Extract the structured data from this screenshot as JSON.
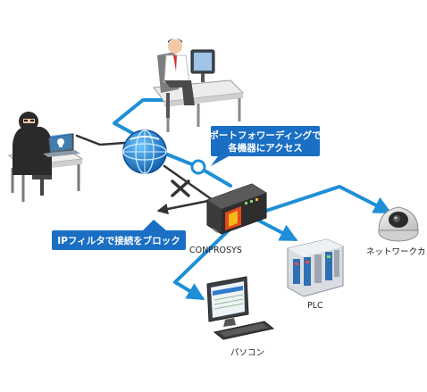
{
  "diagram": {
    "callout_port_forwarding": [
      "ポートフォワーディングで",
      "各機器にアクセス"
    ],
    "callout_ip_filter": "IPフィルタで接続をブロック",
    "device_conprosys": "CONPROSYS",
    "device_plc": "PLC",
    "device_network_camera": "ネットワークカメラ",
    "device_pc": "パソコン"
  },
  "colors": {
    "network_line": "#1e8fd6",
    "callout_bg": "#1a6fc4",
    "attacker_line": "#333333",
    "block_mark": "#333333"
  }
}
